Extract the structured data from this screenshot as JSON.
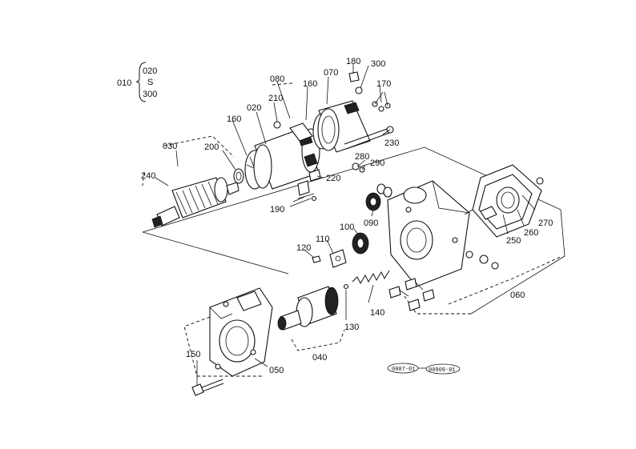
{
  "diagram": {
    "group": {
      "main": "010",
      "from": "020",
      "sep": "S",
      "to": "300"
    },
    "callouts": [
      {
        "id": "c-180",
        "text": "180"
      },
      {
        "id": "c-300",
        "text": "300"
      },
      {
        "id": "c-080",
        "text": "080"
      },
      {
        "id": "c-070",
        "text": "070"
      },
      {
        "id": "c-160a",
        "text": "160"
      },
      {
        "id": "c-170",
        "text": "170"
      },
      {
        "id": "c-210",
        "text": "210"
      },
      {
        "id": "c-020",
        "text": "020"
      },
      {
        "id": "c-160b",
        "text": "160"
      },
      {
        "id": "c-030",
        "text": "030"
      },
      {
        "id": "c-200",
        "text": "200"
      },
      {
        "id": "c-230",
        "text": "230"
      },
      {
        "id": "c-280",
        "text": "280"
      },
      {
        "id": "c-290",
        "text": "290"
      },
      {
        "id": "c-240",
        "text": "240"
      },
      {
        "id": "c-220",
        "text": "220"
      },
      {
        "id": "c-190",
        "text": "190"
      },
      {
        "id": "c-090",
        "text": "090"
      },
      {
        "id": "c-270",
        "text": "270"
      },
      {
        "id": "c-100",
        "text": "100"
      },
      {
        "id": "c-110",
        "text": "110"
      },
      {
        "id": "c-250",
        "text": "250"
      },
      {
        "id": "c-260",
        "text": "260"
      },
      {
        "id": "c-120",
        "text": "120"
      },
      {
        "id": "c-060",
        "text": "060"
      },
      {
        "id": "c-140",
        "text": "140"
      },
      {
        "id": "c-130",
        "text": "130"
      },
      {
        "id": "c-040",
        "text": "040"
      },
      {
        "id": "c-150",
        "text": "150"
      },
      {
        "id": "c-050",
        "text": "050"
      }
    ],
    "stamps": {
      "left": "0007-01",
      "right": "00909-01"
    }
  }
}
